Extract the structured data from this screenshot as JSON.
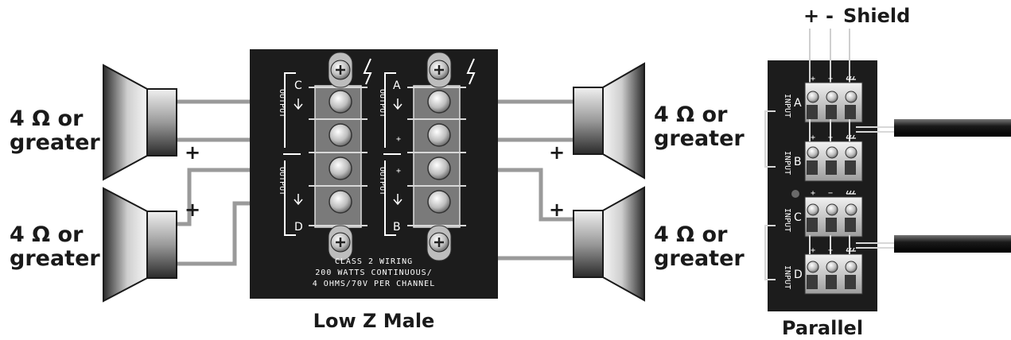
{
  "speaker_label_line1": "4 Ω or",
  "speaker_label_line2": "greater",
  "plus_sign": "+",
  "left_panel": {
    "caption": "Low Z Male",
    "vertical_label": "OUTPUT",
    "channel_c": "C",
    "channel_d": "D",
    "channel_a": "A",
    "channel_b": "B",
    "wiring_line1": "CLASS 2 WIRING",
    "wiring_line2": "200 WATTS CONTINUOUS/",
    "wiring_line3": "4 OHMS/70V PER CHANNEL"
  },
  "right_panel": {
    "caption": "Parallel",
    "header_plus": "+",
    "header_minus": "-",
    "header_shield": "Shield",
    "vertical_label": "INPUT",
    "inputs": [
      "A",
      "B",
      "C",
      "D"
    ],
    "terminal_plus": "+",
    "terminal_minus": "−"
  },
  "colors": {
    "panel": "#1c1c1c",
    "wire": "#9a9a9a",
    "text": "#1a1a1a"
  }
}
